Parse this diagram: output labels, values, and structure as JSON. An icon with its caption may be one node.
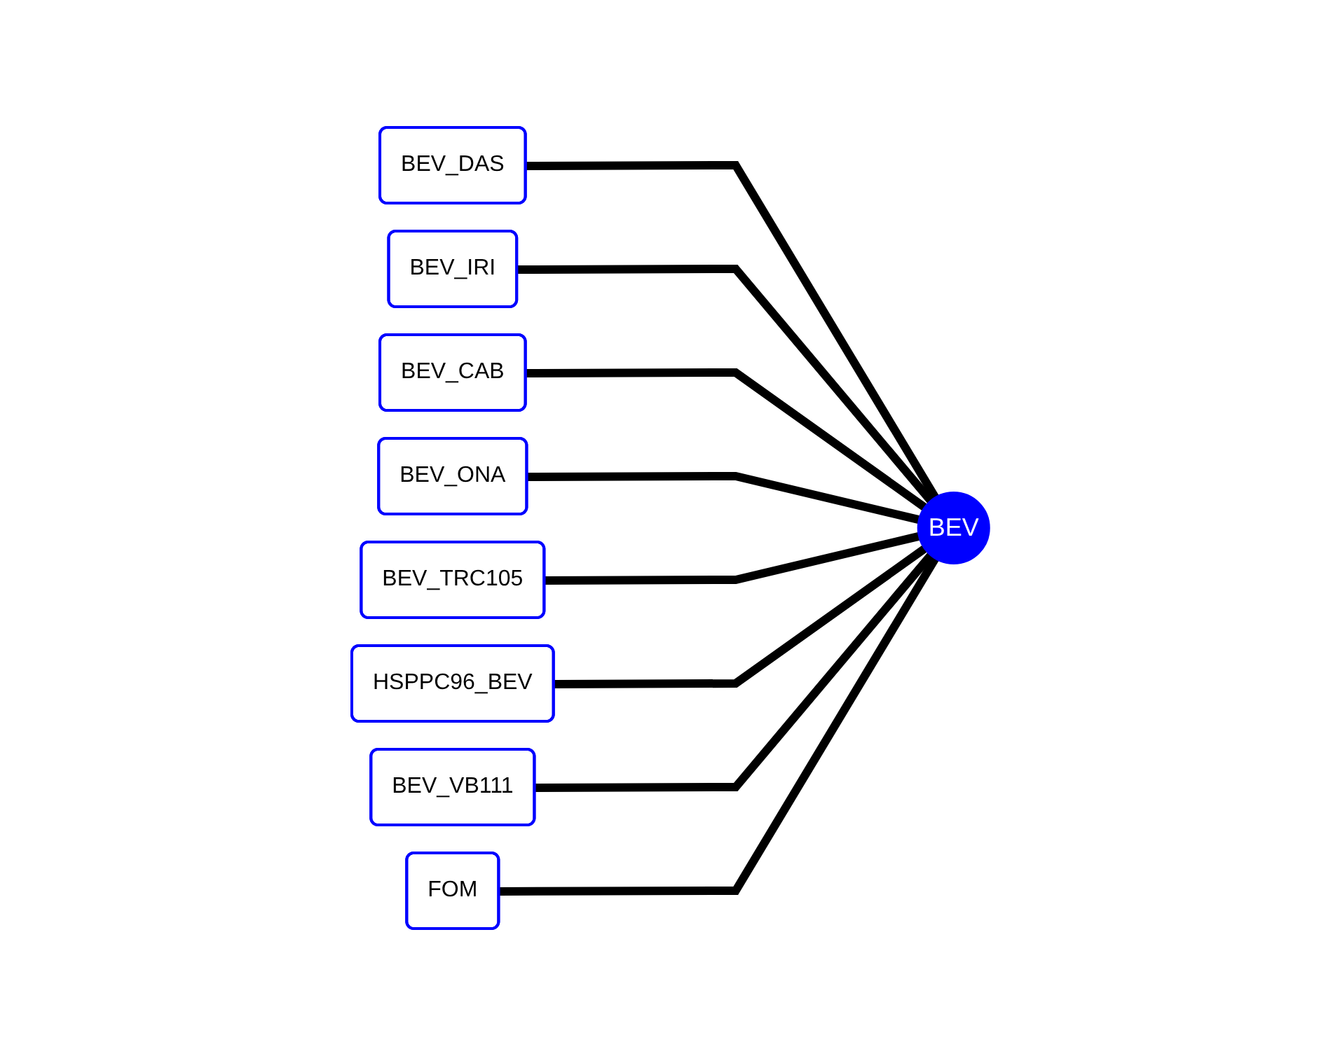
{
  "diagram": {
    "nodes": [
      {
        "text": [
          "BEV_DAS"
        ]
      },
      {
        "text": [
          "BEV_IRI"
        ]
      },
      {
        "text": [
          "BEV_CAB"
        ]
      },
      {
        "text": [
          "BEV_ONA"
        ]
      },
      {
        "text": [
          "BEV"
        ]
      },
      {
        "text": [
          "BEV_TRC105"
        ]
      },
      {
        "text": [
          "HSPPC96_BEV"
        ]
      },
      {
        "text": [
          "BEV_VB111"
        ]
      },
      {
        "text": [
          "FOM"
        ]
      }
    ],
    "edges": [
      {
        "from": 0,
        "to": 4,
        "arrow": "none"
      },
      {
        "from": 1,
        "to": 4,
        "arrow": "none"
      },
      {
        "from": 2,
        "to": 4,
        "arrow": "none"
      },
      {
        "from": 3,
        "to": 4,
        "arrow": "none"
      },
      {
        "from": 5,
        "to": 4,
        "arrow": "none"
      },
      {
        "from": 6,
        "to": 4,
        "arrow": "none"
      },
      {
        "from": 7,
        "to": 4,
        "arrow": "none"
      },
      {
        "from": 8,
        "to": 4,
        "arrow": "none"
      }
    ]
  }
}
